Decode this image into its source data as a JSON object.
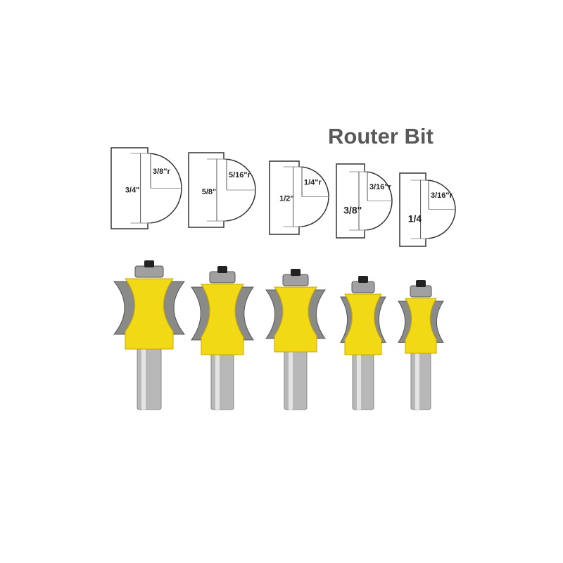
{
  "title": "Router Bit",
  "profiles": [
    {
      "radius_label": "3/8\"r",
      "height_label": "3/4\""
    },
    {
      "radius_label": "5/16\"r",
      "height_label": "5/8\""
    },
    {
      "radius_label": "1/4\"r",
      "height_label": "1/2\""
    },
    {
      "radius_label": "3/16\"r",
      "height_label": "3/8\""
    },
    {
      "radius_label": "3/16\"r",
      "height_label": "1/4"
    }
  ],
  "colors": {
    "body": "#f2d916",
    "shank": "#b8b8b8",
    "cutter": "#8a8a88",
    "outline": "#333333",
    "title": "#595959"
  }
}
